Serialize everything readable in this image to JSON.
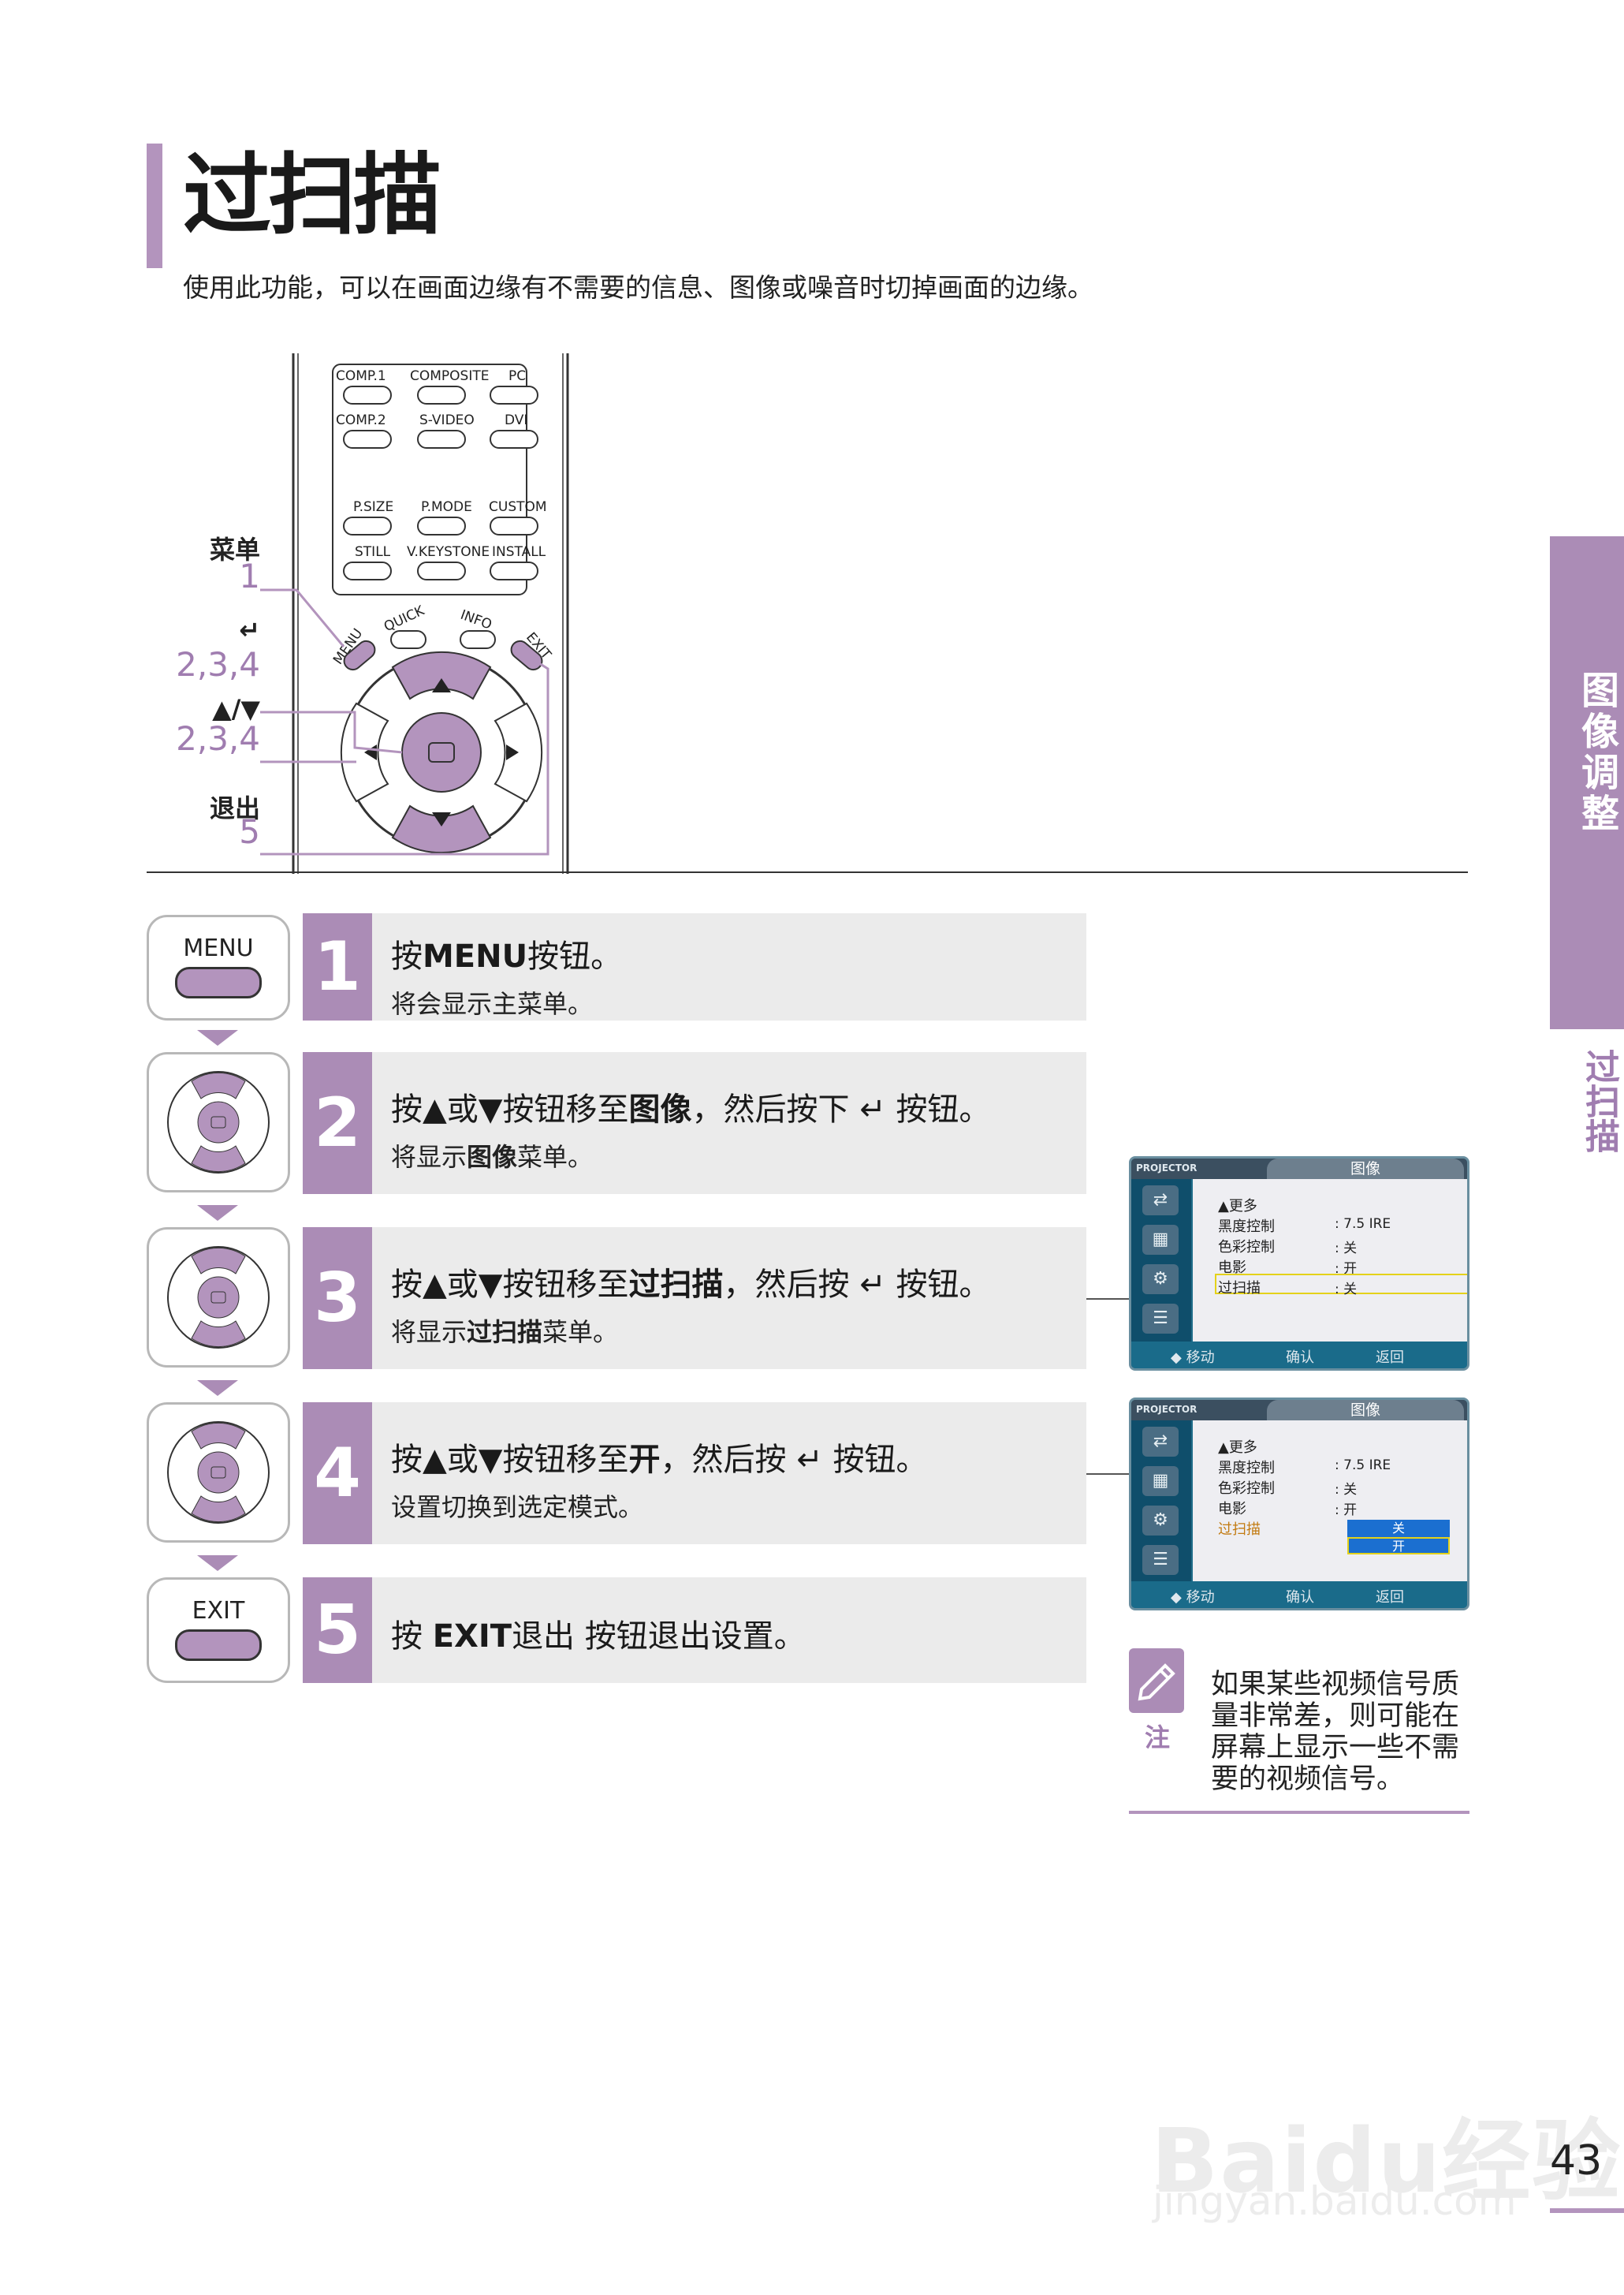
{
  "title": "过扫描",
  "subtitle": "使用此功能，可以在画面边缘有不需要的信息、图像或噪音时切掉画面的边缘。",
  "side_tab": {
    "section": "图像调整",
    "topic": "过扫描"
  },
  "remote": {
    "keys": {
      "comp1": "COMP.1",
      "composite": "COMPOSITE",
      "pc": "PC",
      "comp2": "COMP.2",
      "svideo": "S-VIDEO",
      "dvi": "DVI",
      "psize": "P.SIZE",
      "pmode": "P.MODE",
      "custom": "CUSTOM",
      "still": "STILL",
      "vkeystone": "V.KEYSTONE",
      "install": "INSTALL",
      "menu": "MENU",
      "quick": "QUICK",
      "info": "INFO",
      "exit": "EXIT"
    },
    "callouts": [
      {
        "label": "菜单",
        "steps": "1"
      },
      {
        "label": "↵",
        "steps": "2,3,4"
      },
      {
        "label": "▲/▼",
        "steps": "2,3,4"
      },
      {
        "label": "退出",
        "steps": "5"
      }
    ]
  },
  "steps": [
    {
      "number": "1",
      "icon": "MENU",
      "main_parts": [
        "按",
        "MENU",
        "按钮。"
      ],
      "sub": "将会显示主菜单。"
    },
    {
      "number": "2",
      "main_parts": [
        "按▲或▼按钮移至",
        "图像",
        "，然后按下 ↵ 按钮。"
      ],
      "sub_parts": [
        "将显示",
        "图像",
        "菜单。"
      ]
    },
    {
      "number": "3",
      "main_parts": [
        "按▲或▼按钮移至",
        "过扫描",
        "，然后按 ↵ 按钮。"
      ],
      "sub_parts": [
        "将显示",
        "过扫描",
        "菜单。"
      ]
    },
    {
      "number": "4",
      "main_parts": [
        "按▲或▼按钮移至",
        "开",
        "，然后按 ↵ 按钮。"
      ],
      "sub": "设置切换到选定模式。"
    },
    {
      "number": "5",
      "icon": "EXIT",
      "main_parts": [
        "按 ",
        "EXIT",
        "退出 按钮退出设置。"
      ]
    }
  ],
  "osd": {
    "brand": "PROJECTOR",
    "tab": "图像",
    "rows": [
      {
        "label": "▲更多",
        "value": ""
      },
      {
        "label": "黑度控制",
        "value": ": 7.5 IRE"
      },
      {
        "label": "色彩控制",
        "value": ": 关"
      },
      {
        "label": "电影",
        "value": ": 开"
      },
      {
        "label": "过扫描",
        "value": ": 关"
      }
    ],
    "submenu_options": [
      "关",
      "开"
    ],
    "footer": {
      "move": "◆ 移动",
      "confirm": "确认",
      "back": "返回"
    }
  },
  "note": {
    "label": "注",
    "text": "如果某些视频信号质量非常差，则可能在屏幕上显示一些不需要的视频信号。"
  },
  "page_number": "43",
  "watermark": {
    "main": "Baidu经验",
    "sub": "jingyan.baidu.com"
  },
  "colors": {
    "accent": "#ab8cb6",
    "accent_light": "#b394bd",
    "step_bg": "#ebebeb",
    "osd_blue": "#1f6d8a",
    "highlight": "#e4d21a"
  }
}
